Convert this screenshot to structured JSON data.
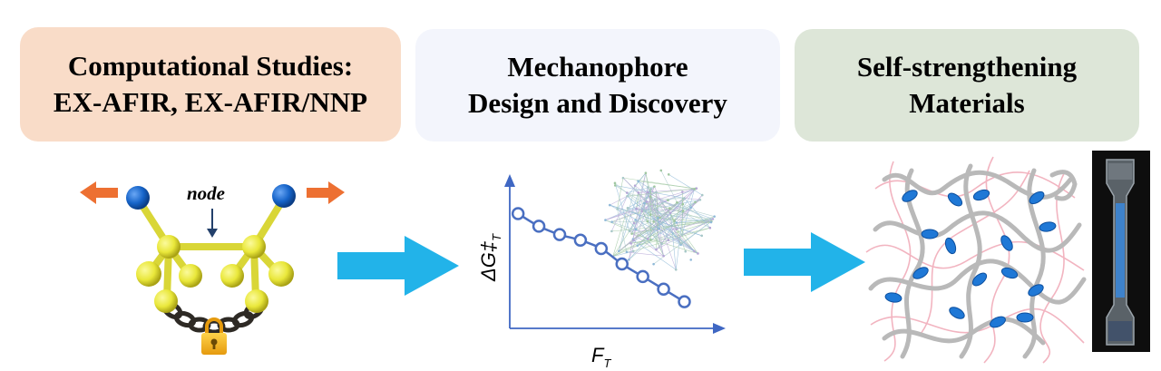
{
  "panels": [
    {
      "lines": [
        "Computational Studies:",
        "EX-AFIR, EX-AFIR/NNP"
      ],
      "color": "#f9dcc8"
    },
    {
      "lines": [
        "Mechanophore",
        "Design and Discovery"
      ],
      "color": "#f3f5fc"
    },
    {
      "lines": [
        "Self-strengthening",
        "Materials"
      ],
      "color": "#dde6d8"
    }
  ],
  "molecule": {
    "node_label": "node"
  },
  "chart_data": {
    "type": "line",
    "title": "",
    "xlabel": "F_T",
    "ylabel": "ΔG‡_T",
    "x": [
      0,
      1,
      2,
      3,
      4,
      5,
      6,
      7,
      8
    ],
    "values": [
      8.2,
      7.3,
      6.7,
      6.3,
      5.7,
      4.6,
      3.7,
      2.8,
      1.9
    ],
    "xlim": [
      -0.4,
      9.2
    ],
    "ylim": [
      0,
      10.5
    ]
  },
  "colors": {
    "arrow_blue": "#22b3e9",
    "pull_orange": "#ed7032",
    "atom_yellow": "#e9e73a",
    "atom_blue": "#1664c9",
    "curve_blue": "#4a6fc1"
  }
}
